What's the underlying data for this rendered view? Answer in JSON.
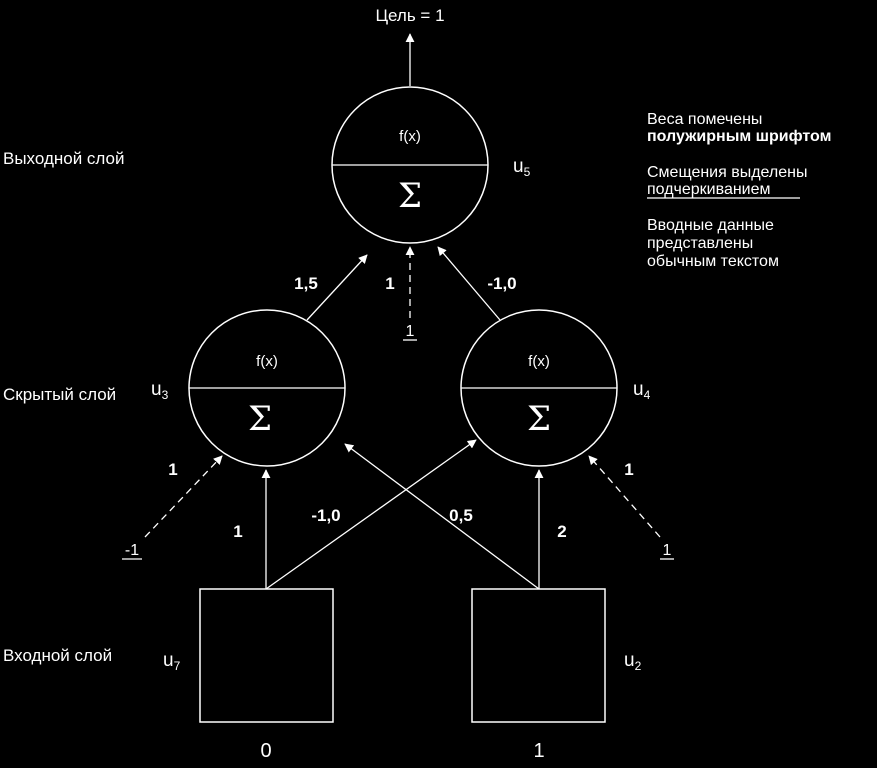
{
  "target": "Цель = 1",
  "layers": {
    "output": "Выходной слой",
    "hidden": "Скрытый слой",
    "input": "Входной слой"
  },
  "neuron": {
    "activation": "f(x)",
    "sum": "Σ"
  },
  "nodes": {
    "u5": {
      "base": "u",
      "index": "5"
    },
    "u3": {
      "base": "u",
      "index": "3"
    },
    "u4": {
      "base": "u",
      "index": "4"
    },
    "u7": {
      "base": "u",
      "index": "7"
    },
    "u2": {
      "base": "u",
      "index": "2"
    }
  },
  "weights": {
    "u3_u5": "1,5",
    "bias_u5": "1",
    "u4_u5": "-1,0",
    "bias_u3": "1",
    "u7_u3": "1",
    "u2_u3": "-1,0",
    "u7_u4": "0,5",
    "u2_u4": "2",
    "bias_u4": "1"
  },
  "biases": {
    "u5": "1",
    "u3": "-1",
    "u4": "1"
  },
  "inputs": {
    "u7": "0",
    "u2": "1"
  },
  "legend": {
    "weights_line1": "Веса помечены",
    "weights_line2": "полужирным шрифтом",
    "bias_line1": "Смещения выделены",
    "bias_line2": "подчеркиванием",
    "input_line1": "Вводные данные",
    "input_line2": "представлены",
    "input_line3": "обычным текстом"
  },
  "colors": {
    "background": "#000000",
    "foreground": "#ffffff"
  }
}
